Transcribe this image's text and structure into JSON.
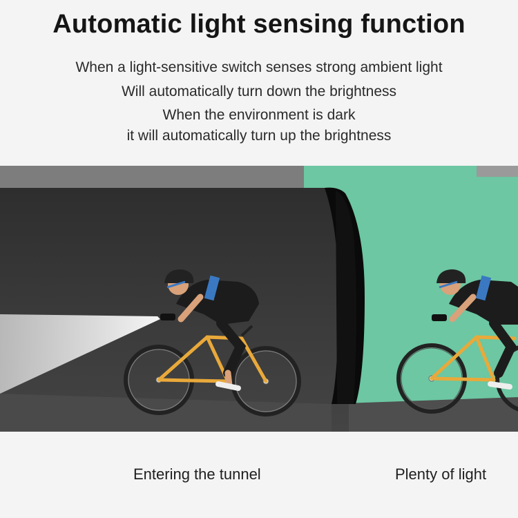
{
  "title": "Automatic light sensing function",
  "description": {
    "line1": "When a light-sensitive switch senses strong ambient light",
    "line2": "Will automatically turn down the brightness",
    "line3": "When the environment is dark",
    "line4": "it will automatically turn up the brightness"
  },
  "captions": {
    "left": "Entering the tunnel",
    "right": "Plenty of light"
  },
  "colors": {
    "background": "#f4f4f4",
    "tunnel": "#3a3a3a",
    "grass": "#6cc7a2",
    "road": "#4b4b4b",
    "bike_frame": "#e9a93a",
    "jersey_accent": "#3a78c2"
  }
}
